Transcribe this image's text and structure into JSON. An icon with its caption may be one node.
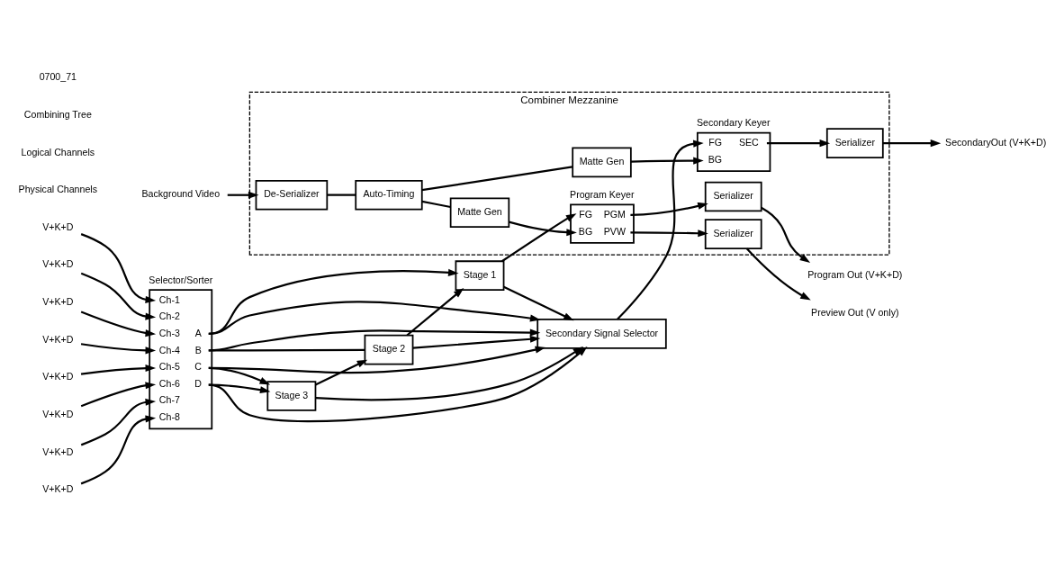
{
  "diagram": {
    "nodes": [
      {
        "text": [
          "V+K+D"
        ]
      },
      {
        "text": [
          "V+K+D"
        ]
      },
      {
        "text": [
          "V+K+D"
        ]
      },
      {
        "text": [
          "V+K+D"
        ]
      },
      {
        "text": [
          "V+K+D"
        ]
      },
      {
        "text": [
          "V+K+D"
        ]
      },
      {
        "text": [
          "V+K+D"
        ]
      },
      {
        "text": [
          "V+K+D"
        ]
      },
      {
        "text": [
          "Selector/Sorter",
          "Ch-1",
          "Ch-2",
          "Ch-3",
          "Ch-4",
          "Ch-5",
          "Ch-6",
          "Ch-7",
          "Ch-8",
          "A",
          "B",
          "C",
          "D"
        ]
      },
      {
        "text": [
          "Stage 3"
        ]
      },
      {
        "text": [
          "Stage 2"
        ]
      },
      {
        "text": [
          "Stage 1"
        ]
      },
      {
        "text": [
          "Secondary Signal Selector"
        ]
      },
      {
        "text": [
          "Combiner Mezzanine"
        ]
      },
      {
        "text": [
          "Program Keyer",
          "FG",
          "PGM",
          "BG",
          "PVW"
        ],
        "in": 13
      },
      {
        "text": [
          "Serializer"
        ],
        "in": 13
      },
      {
        "text": [
          "Serializer"
        ],
        "in": 13
      },
      {
        "text": [
          "Program Out (V+K+D)"
        ]
      },
      {
        "text": [
          "Preview Out (V only)"
        ]
      },
      {
        "text": [
          "Matte Gen"
        ],
        "in": 13
      },
      {
        "text": [
          "Secondary Keyer",
          "FG",
          "SEC",
          "BG"
        ],
        "in": 13
      },
      {
        "text": [
          "Serializer"
        ],
        "in": 13
      },
      {
        "text": [
          "SecondaryOut (V+K+D)"
        ]
      },
      {
        "text": [
          "Matte Gen"
        ],
        "in": 13
      },
      {
        "text": [
          "Background Video"
        ]
      },
      {
        "text": [
          "De-Serializer"
        ],
        "in": 13
      },
      {
        "text": [
          "Auto-Timing"
        ],
        "in": 13
      }
    ],
    "edges": [
      {
        "from": 0,
        "to": 8,
        "arrow": "to"
      },
      {
        "from": 1,
        "to": 8,
        "arrow": "to"
      },
      {
        "from": 2,
        "to": 8,
        "arrow": "to"
      },
      {
        "from": 3,
        "to": 8,
        "arrow": "to"
      },
      {
        "from": 4,
        "to": 8,
        "arrow": "to"
      },
      {
        "from": 5,
        "to": 8,
        "arrow": "to"
      },
      {
        "from": 6,
        "to": 8,
        "arrow": "to"
      },
      {
        "from": 7,
        "to": 8,
        "arrow": "to"
      },
      {
        "from": 8,
        "to": 11,
        "arrow": "to"
      },
      {
        "from": 8,
        "to": 12,
        "arrow": "to"
      },
      {
        "from": 8,
        "to": 10,
        "arrow": "none"
      },
      {
        "from": 8,
        "to": 12,
        "arrow": "to"
      },
      {
        "from": 8,
        "to": 9,
        "arrow": "to"
      },
      {
        "from": 8,
        "to": 12,
        "arrow": "to"
      },
      {
        "from": 8,
        "to": 9,
        "arrow": "to"
      },
      {
        "from": 8,
        "to": 12,
        "arrow": "to"
      },
      {
        "from": 9,
        "to": 10,
        "arrow": "to"
      },
      {
        "from": 9,
        "to": 12,
        "arrow": "to"
      },
      {
        "from": 10,
        "to": 11,
        "arrow": "to"
      },
      {
        "from": 10,
        "to": 12,
        "arrow": "to"
      },
      {
        "from": 11,
        "to": 14,
        "arrow": "to"
      },
      {
        "from": 11,
        "to": 12,
        "arrow": "to"
      },
      {
        "from": 14,
        "to": 15,
        "arrow": "to"
      },
      {
        "from": 14,
        "to": 16,
        "arrow": "to"
      },
      {
        "from": 15,
        "to": 17,
        "arrow": "to"
      },
      {
        "from": 16,
        "to": 18,
        "arrow": "to"
      },
      {
        "from": 26,
        "to": 19,
        "arrow": "none"
      },
      {
        "from": 19,
        "to": 14,
        "arrow": "to"
      },
      {
        "from": 12,
        "to": 20,
        "arrow": "to"
      },
      {
        "from": 26,
        "to": 23,
        "arrow": "none"
      },
      {
        "from": 23,
        "to": 20,
        "arrow": "to"
      },
      {
        "from": 20,
        "to": 21,
        "arrow": "to"
      },
      {
        "from": 21,
        "to": 22,
        "arrow": "to"
      },
      {
        "from": 24,
        "to": 25,
        "arrow": "to"
      },
      {
        "from": 25,
        "to": 26,
        "arrow": "none"
      }
    ],
    "labels": [
      "Physical Channels",
      "Logical Channels",
      "Combining Tree",
      "0700_71"
    ]
  }
}
